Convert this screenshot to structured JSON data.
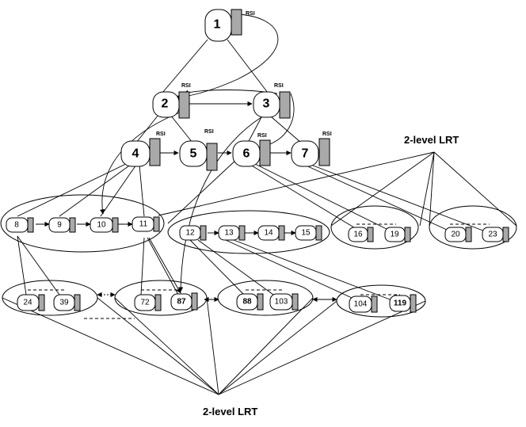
{
  "diagram": {
    "rsi_label": "RSI",
    "lrt_label_top": "2-level LRT",
    "lrt_label_bottom": "2-level LRT",
    "level1": [
      "1"
    ],
    "level2": [
      "2",
      "3"
    ],
    "level3": [
      "4",
      "5",
      "6",
      "7"
    ],
    "level4_groups": [
      [
        "8",
        "9",
        "10",
        "11"
      ],
      [
        "12",
        "13",
        "14",
        "15"
      ],
      [
        "16",
        "19"
      ],
      [
        "20",
        "23"
      ]
    ],
    "level5_groups": [
      [
        "24",
        "39"
      ],
      [
        "72",
        "87"
      ],
      [
        "88",
        "103"
      ],
      [
        "104",
        "119"
      ]
    ],
    "colors": {
      "stroke": "#000000",
      "rsi_fill": "#a9a9a9",
      "node_fill": "#ffffff"
    }
  }
}
